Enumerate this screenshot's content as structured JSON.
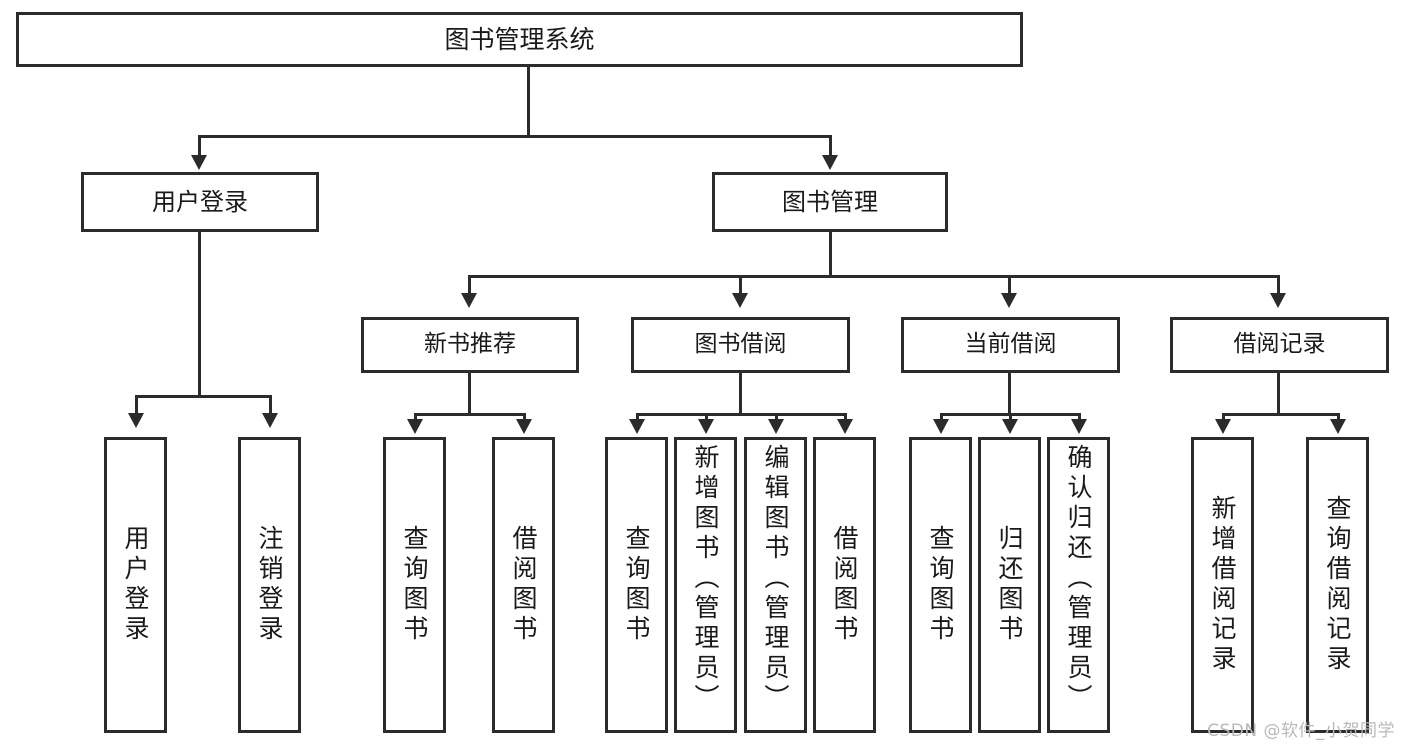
{
  "diagram": {
    "title": "图书管理系统",
    "type": "tree-hierarchy",
    "root": {
      "label": "图书管理系统"
    },
    "level2": [
      {
        "label": "用户登录"
      },
      {
        "label": "图书管理"
      }
    ],
    "level3": [
      {
        "label": "新书推荐"
      },
      {
        "label": "图书借阅"
      },
      {
        "label": "当前借阅"
      },
      {
        "label": "借阅记录"
      }
    ],
    "leaves": {
      "user_login": [
        {
          "label": "用户登录"
        },
        {
          "label": "注销登录"
        }
      ],
      "new_book_recommend": [
        {
          "label": "查询图书"
        },
        {
          "label": "借阅图书"
        }
      ],
      "book_borrow": [
        {
          "label": "查询图书"
        },
        {
          "label": "新增图书（管理员）"
        },
        {
          "label": "编辑图书（管理员）"
        },
        {
          "label": "借阅图书"
        }
      ],
      "current_borrow": [
        {
          "label": "查询图书"
        },
        {
          "label": "归还图书"
        },
        {
          "label": "确认归还（管理员）"
        }
      ],
      "borrow_records": [
        {
          "label": "新增借阅记录"
        },
        {
          "label": "查询借阅记录"
        }
      ]
    }
  },
  "watermark": {
    "text": "CSDN @软件_小贺同学"
  },
  "colors": {
    "stroke": "#2b2b2b",
    "fill": "#ffffff",
    "text": "#1a1a1a",
    "watermark": "#b9b9b9"
  }
}
